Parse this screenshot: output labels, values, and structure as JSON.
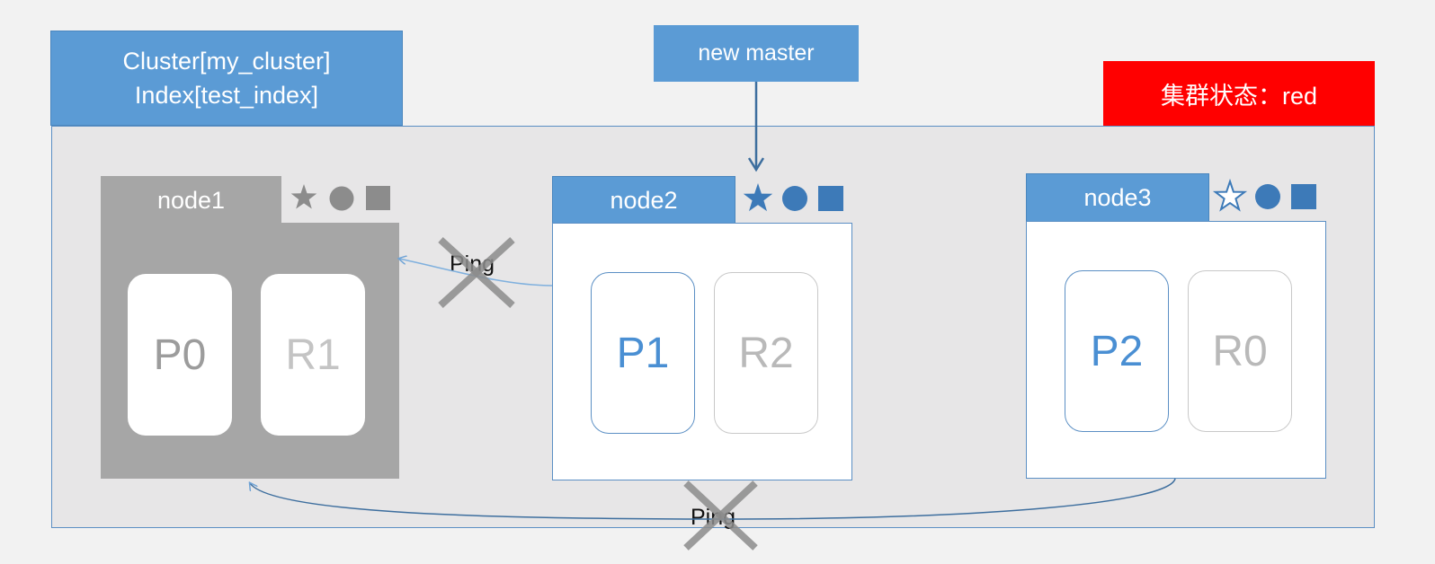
{
  "cluster": {
    "title_line1": "Cluster[my_cluster]",
    "title_line2": "Index[test_index]",
    "status": "集群状态：red"
  },
  "new_master_label": "new master",
  "nodes": [
    {
      "name": "node1",
      "shards": [
        "P0",
        "R1"
      ],
      "state": "offline",
      "role_icons": [
        "star-icon",
        "circle-icon",
        "square-icon"
      ]
    },
    {
      "name": "node2",
      "shards": [
        "P1",
        "R2"
      ],
      "state": "master",
      "role_icons": [
        "star-icon",
        "circle-icon",
        "square-icon"
      ]
    },
    {
      "name": "node3",
      "shards": [
        "P2",
        "R0"
      ],
      "state": "online",
      "role_icons": [
        "star-outline-icon",
        "circle-icon",
        "square-icon"
      ]
    }
  ],
  "pings": [
    {
      "from": "node2",
      "to": "node1",
      "label": "Ping",
      "failed": true
    },
    {
      "from": "node3",
      "to": "node1",
      "label": "Ping",
      "failed": true
    }
  ],
  "colors": {
    "blue": "#5b9bd5",
    "grey_node": "#a6a6a6",
    "cluster_bg": "#e7e6e7",
    "status_red": "#ff0000",
    "icon_blue": "#3d7ab8",
    "icon_grey": "#8c8c8c"
  }
}
